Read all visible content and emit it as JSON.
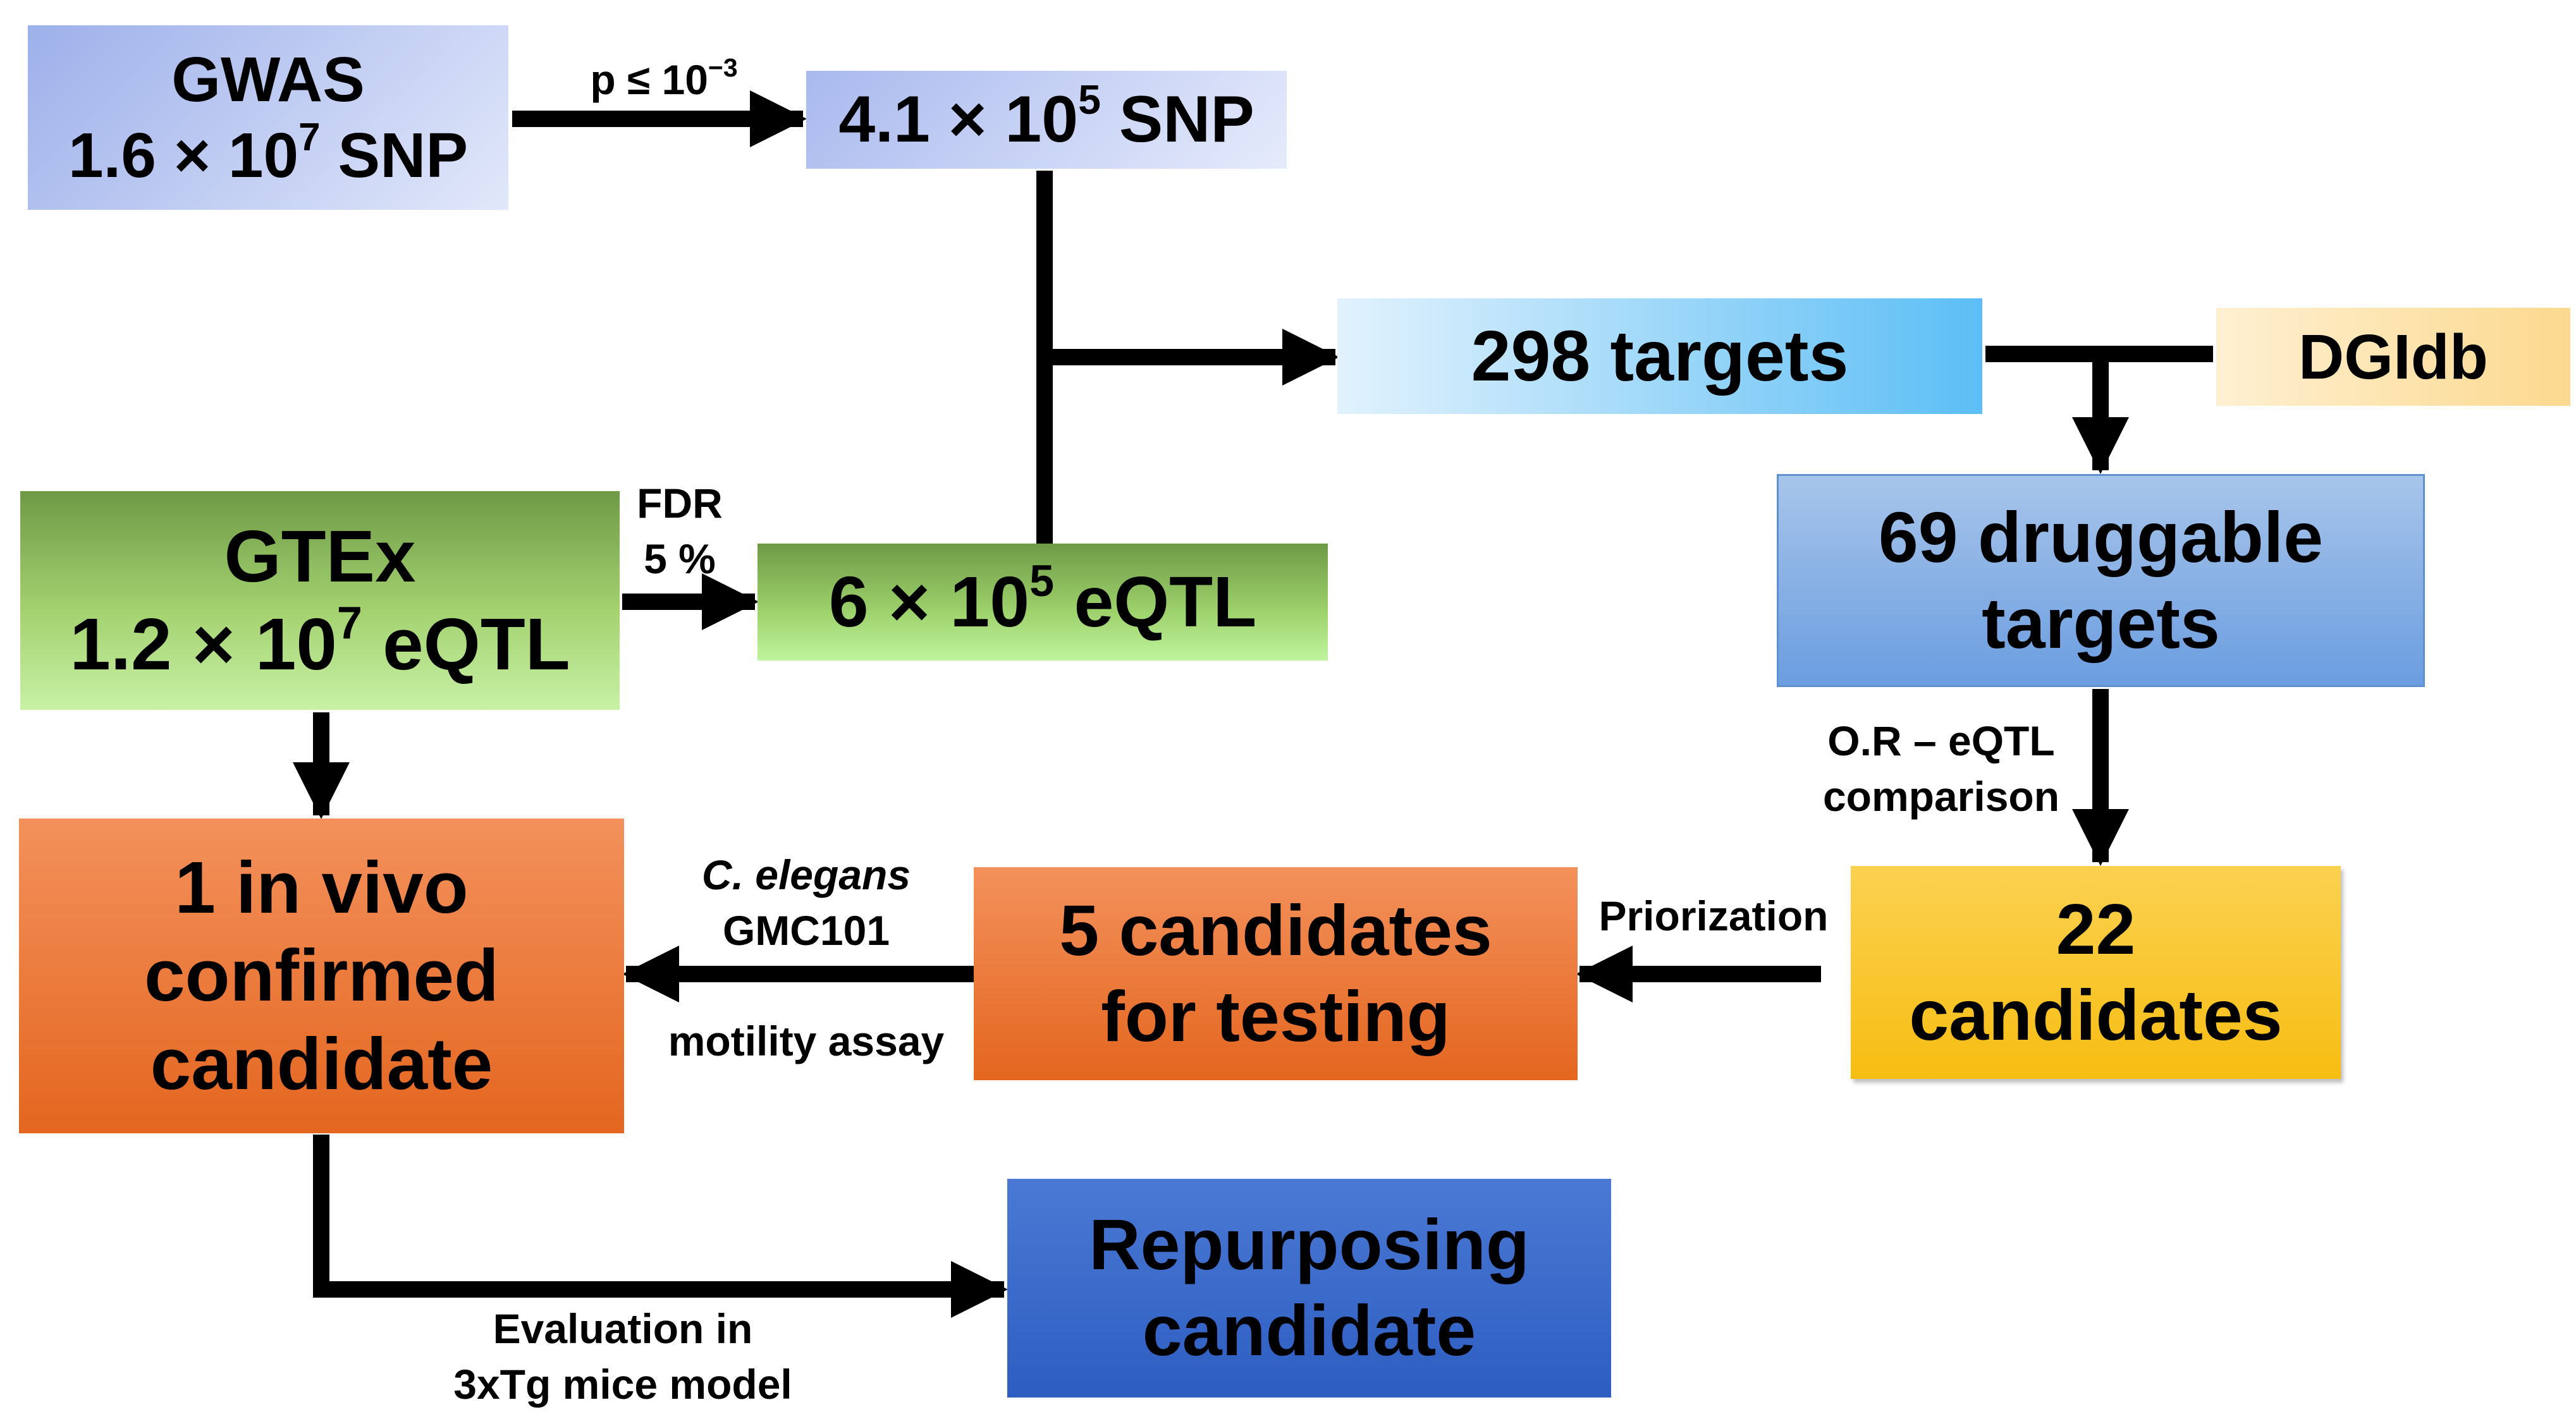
{
  "nodes": {
    "gwas": {
      "line1": "GWAS",
      "line2_pre": "1.6 × 10",
      "line2_sup": "7",
      "line2_post": " SNP",
      "color": "#9db0ea"
    },
    "snp": {
      "pre": "4.1 × 10",
      "sup": "5",
      "post": " SNP",
      "color": "#a9b9ee"
    },
    "targets": {
      "text": "298 targets",
      "color": "#5cbef5"
    },
    "dgidb": {
      "text": "DGIdb",
      "color": "#fbd98f"
    },
    "gtex": {
      "line1": "GTEx",
      "line2_pre": "1.2 × 10",
      "line2_sup": "7",
      "line2_post": " eQTL",
      "color": "#a4d270"
    },
    "eqtl": {
      "pre": "6 × 10",
      "sup": "5",
      "post": " eQTL",
      "color": "#9fd36d"
    },
    "druggable": {
      "line1": "69 druggable",
      "line2": "targets",
      "color": "#8fb5e6"
    },
    "candidates22": {
      "line1": "22",
      "line2": "candidates",
      "color": "#f7bd12"
    },
    "candidates5": {
      "line1": "5 candidates",
      "line2": "for testing",
      "color": "#ea7a3a"
    },
    "invivo": {
      "line1": "1 in vivo",
      "line2": "confirmed",
      "line3": "candidate",
      "color": "#ea7a3a"
    },
    "repurposing": {
      "line1": "Repurposing",
      "line2": "candidate",
      "color": "#3a69c9"
    }
  },
  "labels": {
    "pvalue": {
      "pre": "p ≤ 10",
      "sup": "−3"
    },
    "fdr": {
      "line1": "FDR",
      "line2": "5 %"
    },
    "or_eqtl": {
      "line1": "O.R – eQTL",
      "line2": "comparison"
    },
    "priorization": "Priorization",
    "celegans": {
      "species": "C. elegans",
      "strain": "GMC101",
      "assay": "motility assay"
    },
    "evaluation": {
      "line1": "Evaluation in",
      "line2": "3xTg mice model"
    }
  },
  "arrow_color": "#000000"
}
